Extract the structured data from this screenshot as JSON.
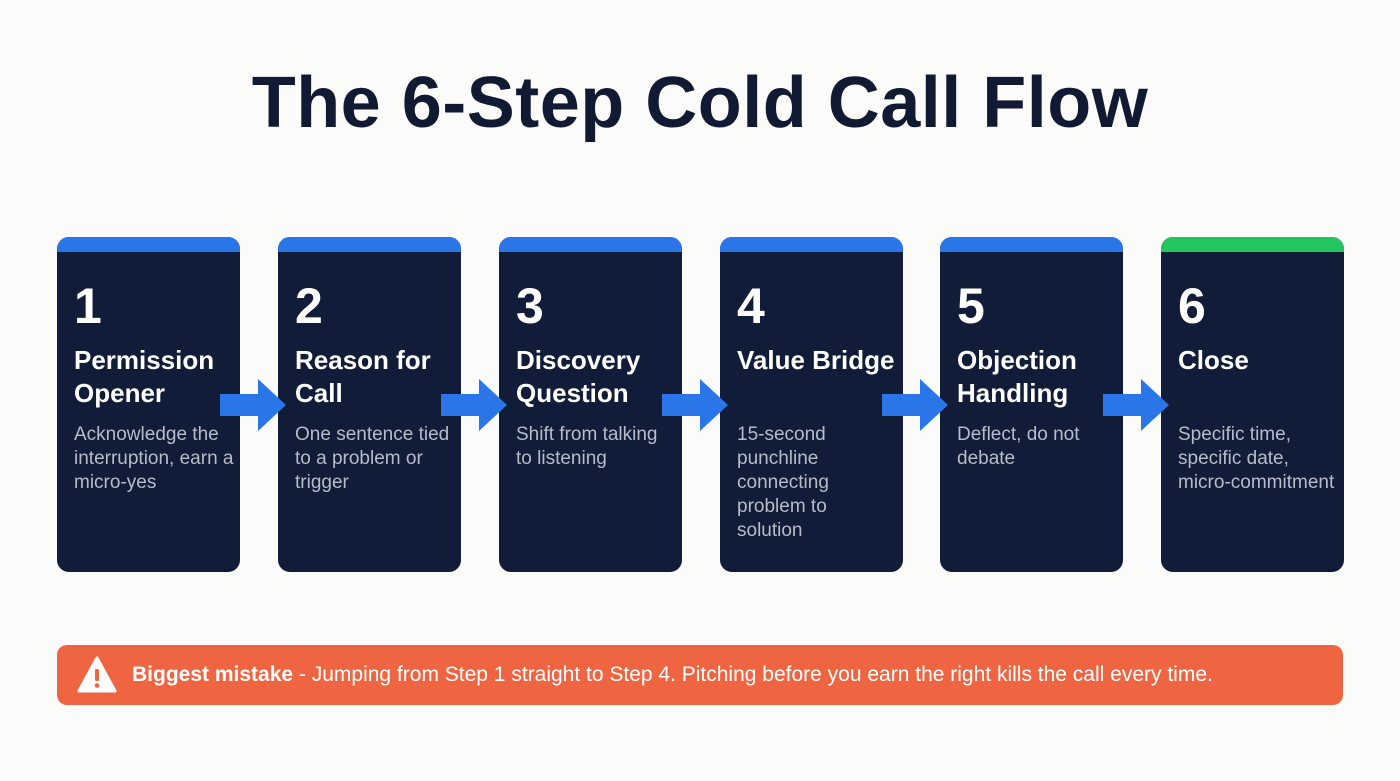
{
  "title": "The 6-Step Cold Call Flow",
  "steps": [
    {
      "number": "1",
      "title": "Permission Opener",
      "description": "Acknowledge the interruption, earn a micro-yes",
      "accent": "#2a75e8"
    },
    {
      "number": "2",
      "title": "Reason for Call",
      "description": "One sentence tied to a problem or trigger",
      "accent": "#2a75e8"
    },
    {
      "number": "3",
      "title": "Discovery Question",
      "description": "Shift from talking to listening",
      "accent": "#2a75e8"
    },
    {
      "number": "4",
      "title": "Value Bridge",
      "description": "15-second punchline connecting problem to solution",
      "accent": "#2a75e8"
    },
    {
      "number": "5",
      "title": "Objection Handling",
      "description": "Deflect, do not debate",
      "accent": "#2a75e8"
    },
    {
      "number": "6",
      "title": "Close",
      "description": "Specific time, specific date, micro-commitment",
      "accent": "#22c55e"
    }
  ],
  "banner": {
    "icon": "warning-icon",
    "label": "Biggest mistake",
    "text": " - Jumping from Step 1 straight to Step 4. Pitching before you earn the right kills the call every time.",
    "color": "#f06541"
  }
}
